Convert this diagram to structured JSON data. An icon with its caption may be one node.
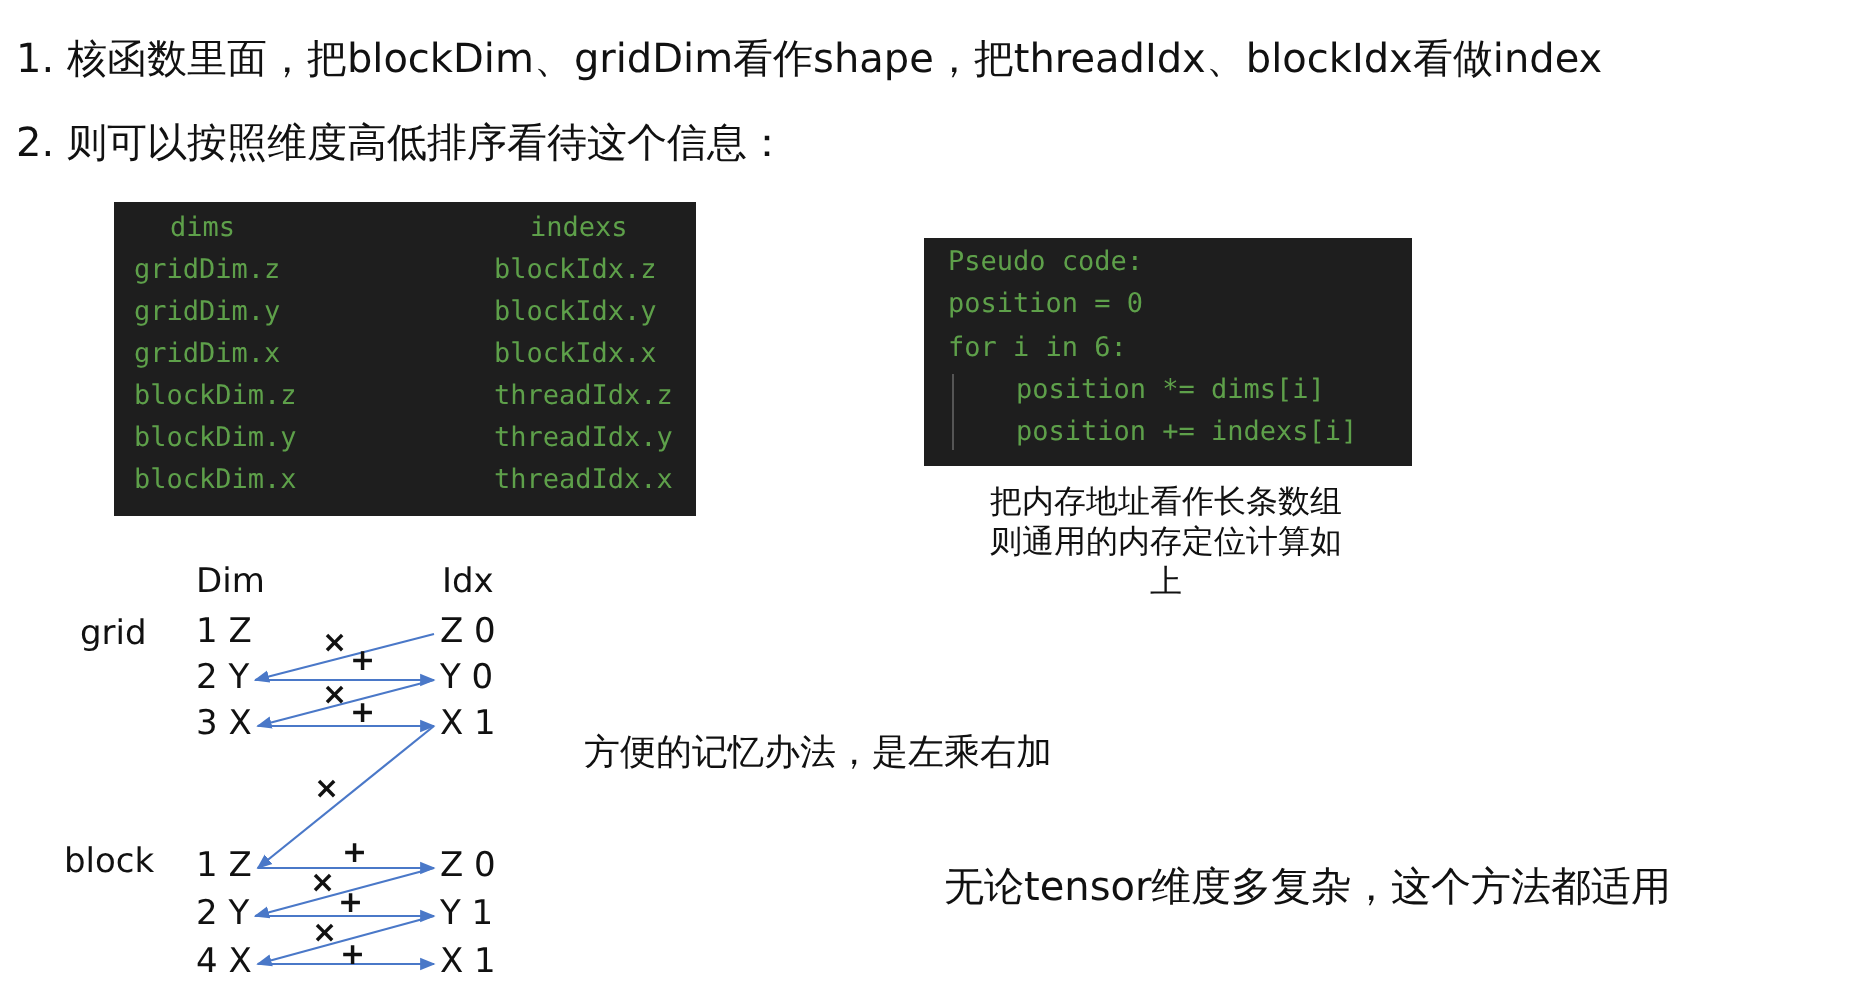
{
  "diagram": {
    "nodes": [
      {
        "text": [
          "dims",
          "indexs",
          "gridDim.z",
          "blockIdx.z",
          "gridDim.y",
          "blockIdx.y",
          "gridDim.x",
          "blockIdx.x",
          "blockDim.z",
          "threadIdx.z",
          "blockDim.y",
          "threadIdx.y",
          "blockDim.x",
          "threadIdx.x"
        ]
      },
      {
        "text": [
          "Pseudo code:",
          "position = 0",
          "for i in 6:",
          "position *= dims[i]",
          "position += indexs[i]"
        ],
        "beside": [
          "把内存地址看作长条数组则通用的内存定位计算如上"
        ]
      },
      {
        "text": [
          "Z 0"
        ]
      },
      {
        "text": [
          "2 Y"
        ]
      },
      {
        "text": [
          "Y 0"
        ]
      },
      {
        "text": [
          "3 X"
        ]
      },
      {
        "text": [
          "X 1"
        ]
      },
      {
        "text": [
          "1 Z"
        ]
      },
      {
        "text": [
          "Z 0"
        ]
      },
      {
        "text": [
          "2 Y"
        ]
      },
      {
        "text": [
          "Y 1"
        ]
      },
      {
        "text": [
          "4 X"
        ]
      },
      {
        "text": [
          "X 1"
        ]
      }
    ],
    "edges": [
      {
        "from": 2,
        "to": 3,
        "arrow": "to",
        "label": "×"
      },
      {
        "from": 3,
        "to": 4,
        "arrow": "to",
        "label": "+"
      },
      {
        "from": 4,
        "to": 5,
        "arrow": "to",
        "label": "×"
      },
      {
        "from": 5,
        "to": 6,
        "arrow": "to",
        "label": "+"
      },
      {
        "from": 6,
        "to": 7,
        "arrow": "to",
        "label": "×"
      },
      {
        "from": 7,
        "to": 8,
        "arrow": "to",
        "label": "+"
      },
      {
        "from": 8,
        "to": 9,
        "arrow": "to",
        "label": "×"
      },
      {
        "from": 9,
        "to": 10,
        "arrow": "to",
        "label": "+"
      },
      {
        "from": 10,
        "to": 11,
        "arrow": "to",
        "label": "×"
      },
      {
        "from": 11,
        "to": 12,
        "arrow": "to",
        "label": "+"
      }
    ],
    "labels": [
      "1. 核函数里面，把blockDim、gridDim看作shape，把threadIdx、blockIdx看做index",
      "2. 则可以按照维度高低排序看待这个信息：",
      "Dim",
      "Idx",
      "grid",
      "1 Z",
      "block",
      "方便的记忆办法，是左乘右加",
      "无论tensor维度多复杂，这个方法都适用"
    ]
  }
}
